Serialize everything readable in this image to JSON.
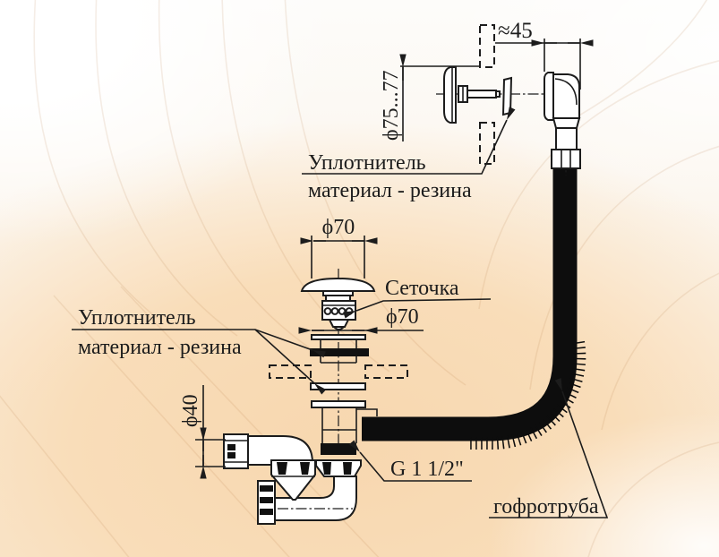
{
  "drawing_title": "bathtub-siphon-exploded-diagram",
  "dimensions": {
    "overflow_offset": "≈45",
    "overflow_cover_diameter": "ϕ75...77",
    "cap_diameter": "ϕ70",
    "strainer_diameter": "ϕ70",
    "outlet_diameter": "ϕ40",
    "thread_size": "G 1 1/2\""
  },
  "labels": {
    "overflow_seal_line1": "Уплотнитель",
    "overflow_seal_line2": "материал - резина",
    "drain_seal_line1": "Уплотнитель",
    "drain_seal_line2": "материал - резина",
    "strainer": "Сеточка",
    "corrugated_hose": "гофротруба"
  },
  "colors": {
    "ink": "#1c1c1c",
    "hose_black": "#0d0d0d",
    "background_peach": "#f7d7af",
    "background_white": "#ffffff"
  }
}
